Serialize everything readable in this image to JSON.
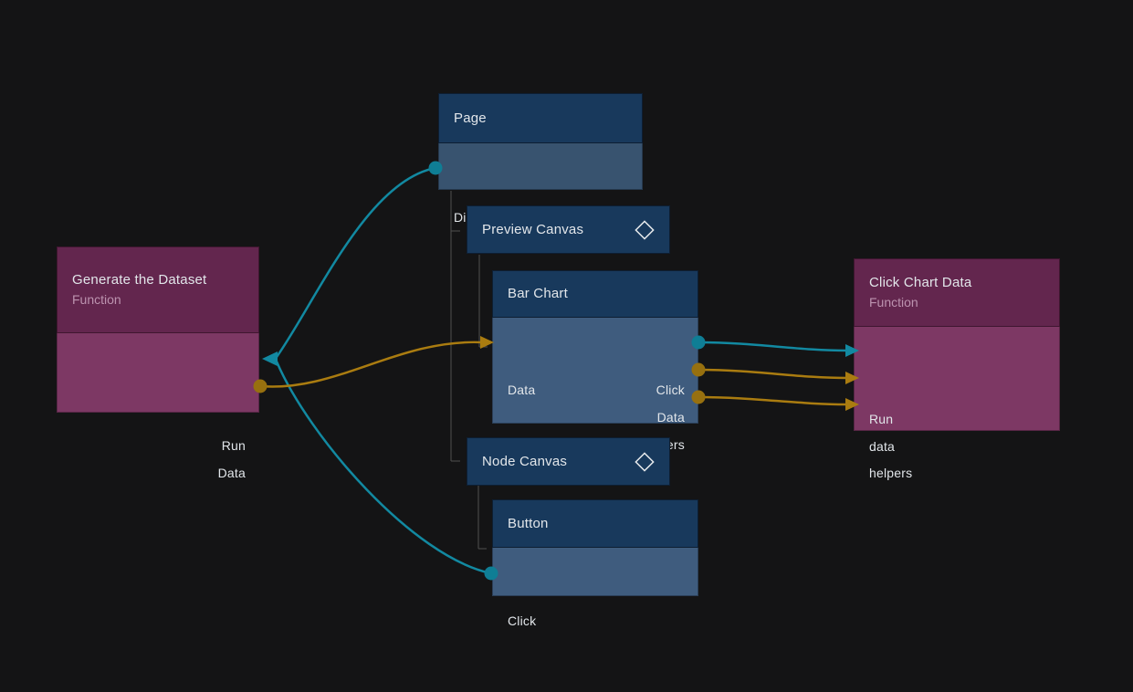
{
  "colors": {
    "background": "#141415",
    "signal_connection": "#1289A1",
    "data_connection": "#AA7C10",
    "signal_port_dot": "#0F7E95",
    "data_port_dot": "#97700F",
    "tree_line": "#4F4F4F",
    "blue_node_header": "#18395C",
    "blue_node_body_page": "#38536F",
    "blue_node_body_light": "#3F5C7E",
    "purple_node_header": "#63264E",
    "purple_node_body": "#7D3864",
    "subtitle_text": "#BC93AF",
    "label_text": "#E2E6EA"
  },
  "nodes": {
    "generate_dataset": {
      "title": "Generate the Dataset",
      "subtitle": "Function",
      "ports": {
        "run": "Run",
        "data": "Data"
      }
    },
    "page": {
      "title": "Page",
      "ports": {
        "did_mount": "Did Mount"
      }
    },
    "preview_canvas": {
      "title": "Preview Canvas"
    },
    "bar_chart": {
      "title": "Bar Chart",
      "ports": {
        "data_in": "Data",
        "click": "Click",
        "data_out": "Data",
        "helpers": "Helpers"
      }
    },
    "node_canvas": {
      "title": "Node Canvas"
    },
    "button": {
      "title": "Button",
      "ports": {
        "click": "Click"
      }
    },
    "click_chart_data": {
      "title": "Click Chart Data",
      "subtitle": "Function",
      "ports": {
        "run": "Run",
        "data": "data",
        "helpers": "helpers"
      }
    }
  },
  "connections": [
    {
      "from": "Page.Did Mount",
      "to": "Generate the Dataset.Run",
      "kind": "signal"
    },
    {
      "from": "Button.Click",
      "to": "Generate the Dataset.Run",
      "kind": "signal"
    },
    {
      "from": "Generate the Dataset.Data",
      "to": "Bar Chart.Data",
      "kind": "data"
    },
    {
      "from": "Bar Chart.Click",
      "to": "Click Chart Data.Run",
      "kind": "signal"
    },
    {
      "from": "Bar Chart.Data",
      "to": "Click Chart Data.data",
      "kind": "data"
    },
    {
      "from": "Bar Chart.Helpers",
      "to": "Click Chart Data.helpers",
      "kind": "data"
    }
  ]
}
